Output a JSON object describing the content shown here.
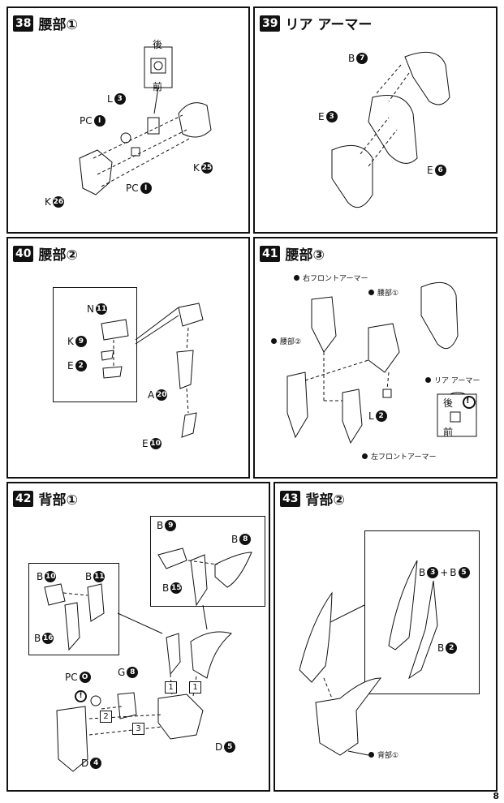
{
  "page_number": "8",
  "panels": {
    "p38": {
      "number": "38",
      "title": "腰部①",
      "labels": {
        "l_l": "L",
        "l_l_n": "3",
        "pc1": "PC",
        "pc1_n": "I",
        "k25": "K",
        "k25_n": "25",
        "pc2": "PC",
        "pc2_n": "I",
        "k26": "K",
        "k26_n": "26",
        "back": "後",
        "front": "前"
      }
    },
    "p39": {
      "number": "39",
      "title": "リア アーマー",
      "labels": {
        "b": "B",
        "b_n": "7",
        "e3": "E",
        "e3_n": "3",
        "e6": "E",
        "e6_n": "6"
      }
    },
    "p40": {
      "number": "40",
      "title": "腰部②",
      "labels": {
        "n": "N",
        "n_n": "11",
        "k": "K",
        "k_n": "9",
        "e2": "E",
        "e2_n": "2",
        "a": "A",
        "a_n": "20",
        "e10": "E",
        "e10_n": "10"
      }
    },
    "p41": {
      "number": "41",
      "title": "腰部③",
      "labels": {
        "right_front": "右フロントアーマー",
        "waist1": "腰部①",
        "waist2": "腰部②",
        "rear": "リア アーマー",
        "left_front": "左フロントアーマー",
        "l": "L",
        "l_n": "2",
        "back": "後",
        "front": "前",
        "warn": "!"
      }
    },
    "p42": {
      "number": "42",
      "title": "背部①",
      "labels": {
        "b9": "B",
        "b9_n": "9",
        "b8": "B",
        "b8_n": "8",
        "b15": "B",
        "b15_n": "15",
        "b10": "B",
        "b10_n": "10",
        "b11": "B",
        "b11_n": "11",
        "b16": "B",
        "b16_n": "16",
        "pc": "PC",
        "pc_n": "O",
        "g": "G",
        "g_n": "8",
        "d5": "D",
        "d5_n": "5",
        "d4": "D",
        "d4_n": "4",
        "step1a": "1",
        "step1b": "1",
        "step2": "2",
        "step3": "3",
        "warn": "!"
      }
    },
    "p43": {
      "number": "43",
      "title": "背部②",
      "labels": {
        "b3": "B",
        "b3_n": "3",
        "plus": "+",
        "b5": "B",
        "b5_n": "5",
        "b2": "B",
        "b2_n": "2",
        "back1": "背部①"
      }
    }
  }
}
